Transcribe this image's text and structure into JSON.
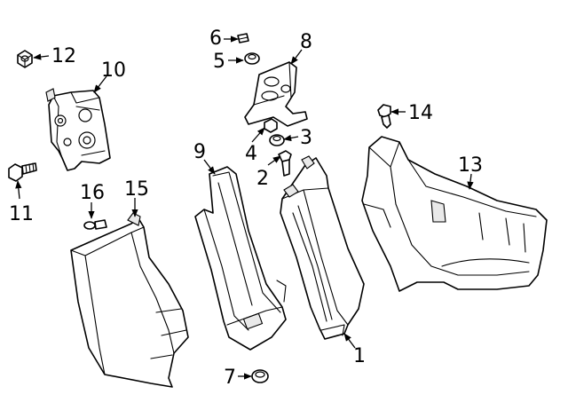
{
  "callouts": [
    {
      "id": "1",
      "label": "1"
    },
    {
      "id": "2",
      "label": "2"
    },
    {
      "id": "3",
      "label": "3"
    },
    {
      "id": "4",
      "label": "4"
    },
    {
      "id": "5",
      "label": "5"
    },
    {
      "id": "6",
      "label": "6"
    },
    {
      "id": "7",
      "label": "7"
    },
    {
      "id": "8",
      "label": "8"
    },
    {
      "id": "9",
      "label": "9"
    },
    {
      "id": "10",
      "label": "10"
    },
    {
      "id": "11",
      "label": "11"
    },
    {
      "id": "12",
      "label": "12"
    },
    {
      "id": "13",
      "label": "13"
    },
    {
      "id": "14",
      "label": "14"
    },
    {
      "id": "15",
      "label": "15"
    },
    {
      "id": "16",
      "label": "16"
    }
  ],
  "colors": {
    "line": "#000000",
    "background": "#ffffff",
    "shade": "#e9e9e9"
  }
}
